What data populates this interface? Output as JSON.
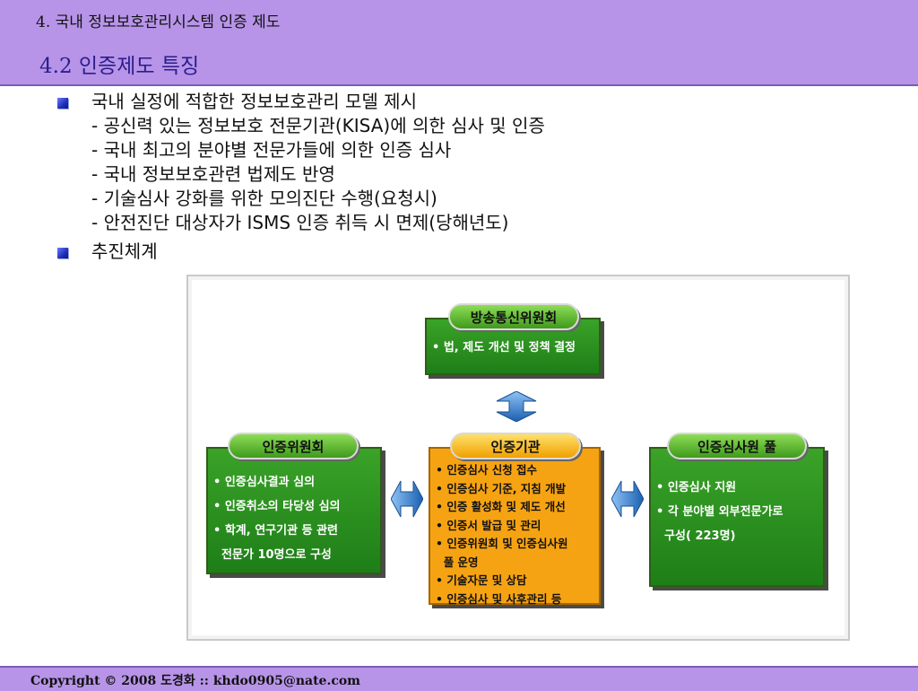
{
  "header": {
    "chapter": "4. 국내 정보보호관리시스템 인증 제도",
    "section_title": "4.2 인증제도 특징"
  },
  "bullets": [
    {
      "lines": [
        "국내 실정에 적합한 정보보호관리 모델 제시",
        "- 공신력 있는 정보보호 전문기관(KISA)에 의한 심사 및 인증",
        "- 국내 최고의 분야별 전문가들에 의한 인증 심사",
        "- 국내 정보보호관련 법제도 반영",
        "- 기술심사 강화를 위한 모의진단 수행(요청시)",
        "- 안전진단 대상자가 ISMS 인증 취득 시 면제(당해년도)"
      ]
    },
    {
      "lines": [
        "추진체계"
      ]
    }
  ],
  "diagram": {
    "top": {
      "title": "방송통신위원회",
      "items": [
        "• 법, 제도 개선 및 정책 결정"
      ]
    },
    "left": {
      "title": "인증위원회",
      "items": [
        "• 인증심사결과 심의",
        "• 인증취소의 타당성 심의",
        "• 학계, 연구기관 등 관련",
        "  전문가 10명으로 구성"
      ]
    },
    "center": {
      "title": "인증기관",
      "items": [
        "• 인증심사 신청 접수",
        "• 인증심사 기준, 지침 개발",
        "• 인증 활성화 및 제도 개선",
        "• 인증서 발급 및 관리",
        "• 인증위원회 및 인증심사원",
        "  풀 운영",
        "• 기술자문 및 상담",
        "• 인증심사 및 사후관리 등"
      ]
    },
    "right": {
      "title": "인증심사원 풀",
      "items": [
        "• 인증심사 지원",
        "• 각 분야별 외부전문가로",
        "  구성( 223명)"
      ]
    }
  },
  "footer": {
    "copyright": "Copyright © 2008 도경화 :: khdo0905@nate.com"
  },
  "colors": {
    "header_bg": "#b794e8",
    "title_color": "#2b1d8c",
    "box_green": "#1e7e18",
    "box_orange": "#f6a313",
    "arrow_blue": "#2f7fd4"
  }
}
